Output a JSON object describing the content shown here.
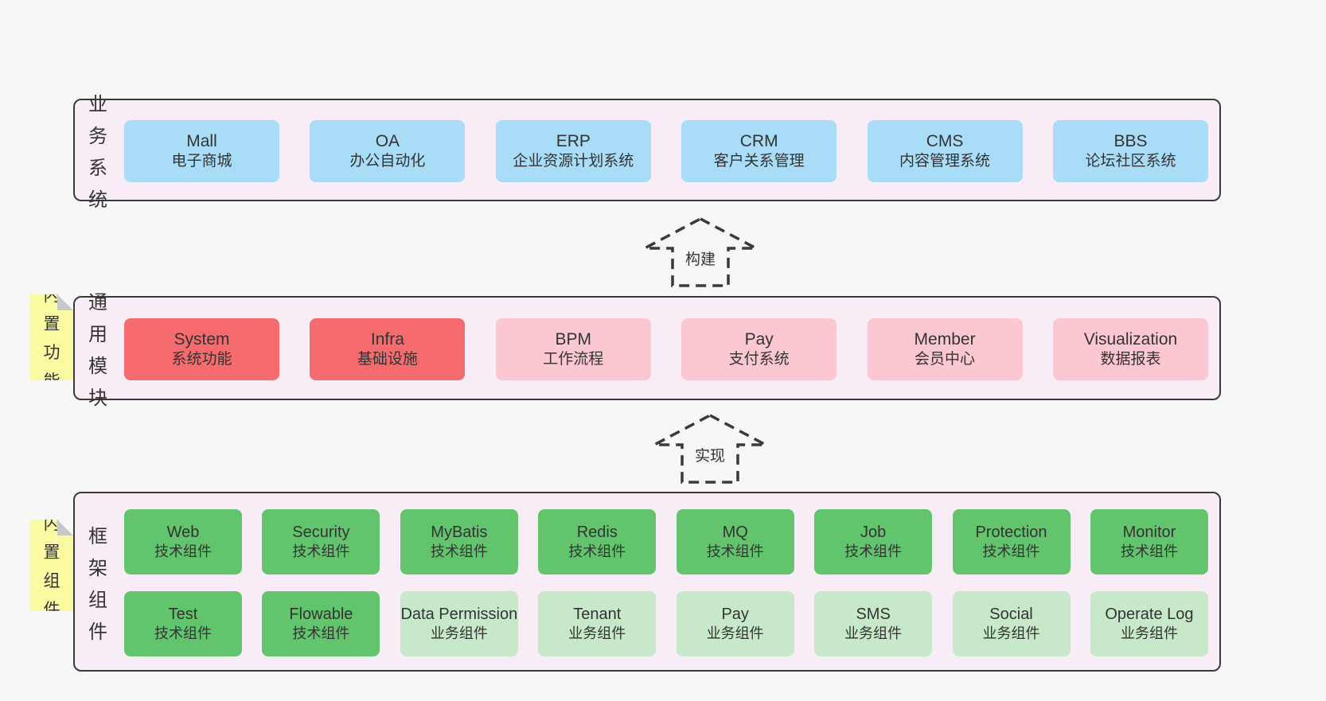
{
  "colors": {
    "page_background": "#f7f7f7",
    "band_background": "#f8edf6",
    "band_border": "#3a3a3a",
    "business_box_blue": "#a9dcf6",
    "core_box_red": "#f56b6e",
    "module_box_pink": "#fbc8d1",
    "tech_box_green": "#62c56e",
    "biz_box_lightgreen": "#c7e9c9",
    "note_yellow": "#fafaa2",
    "note_fold_gray": "#c8c8c8",
    "text": "#333333"
  },
  "arrows": [
    {
      "label": "构建"
    },
    {
      "label": "实现"
    }
  ],
  "bands": [
    {
      "label": "业务系统",
      "boxes": [
        {
          "title": "Mall",
          "subtitle": "电子商城"
        },
        {
          "title": "OA",
          "subtitle": "办公自动化"
        },
        {
          "title": "ERP",
          "subtitle": "企业资源计划系统"
        },
        {
          "title": "CRM",
          "subtitle": "客户关系管理"
        },
        {
          "title": "CMS",
          "subtitle": "内容管理系统"
        },
        {
          "title": "BBS",
          "subtitle": "论坛社区系统"
        }
      ]
    },
    {
      "label": "通用模块",
      "note": "内置功能",
      "boxes": [
        {
          "title": "System",
          "subtitle": "系统功能"
        },
        {
          "title": "Infra",
          "subtitle": "基础设施"
        },
        {
          "title": "BPM",
          "subtitle": "工作流程"
        },
        {
          "title": "Pay",
          "subtitle": "支付系统"
        },
        {
          "title": "Member",
          "subtitle": "会员中心"
        },
        {
          "title": "Visualization",
          "subtitle": "数据报表"
        }
      ]
    },
    {
      "label": "框架组件",
      "note": "内置组件",
      "rows": [
        [
          {
            "title": "Web",
            "subtitle": "技术组件"
          },
          {
            "title": "Security",
            "subtitle": "技术组件"
          },
          {
            "title": "MyBatis",
            "subtitle": "技术组件"
          },
          {
            "title": "Redis",
            "subtitle": "技术组件"
          },
          {
            "title": "MQ",
            "subtitle": "技术组件"
          },
          {
            "title": "Job",
            "subtitle": "技术组件"
          },
          {
            "title": "Protection",
            "subtitle": "技术组件"
          },
          {
            "title": "Monitor",
            "subtitle": "技术组件"
          }
        ],
        [
          {
            "title": "Test",
            "subtitle": "技术组件"
          },
          {
            "title": "Flowable",
            "subtitle": "技术组件"
          },
          {
            "title": "Data Permission",
            "subtitle": "业务组件"
          },
          {
            "title": "Tenant",
            "subtitle": "业务组件"
          },
          {
            "title": "Pay",
            "subtitle": "业务组件"
          },
          {
            "title": "SMS",
            "subtitle": "业务组件"
          },
          {
            "title": "Social",
            "subtitle": "业务组件"
          },
          {
            "title": "Operate Log",
            "subtitle": "业务组件"
          }
        ]
      ]
    }
  ]
}
